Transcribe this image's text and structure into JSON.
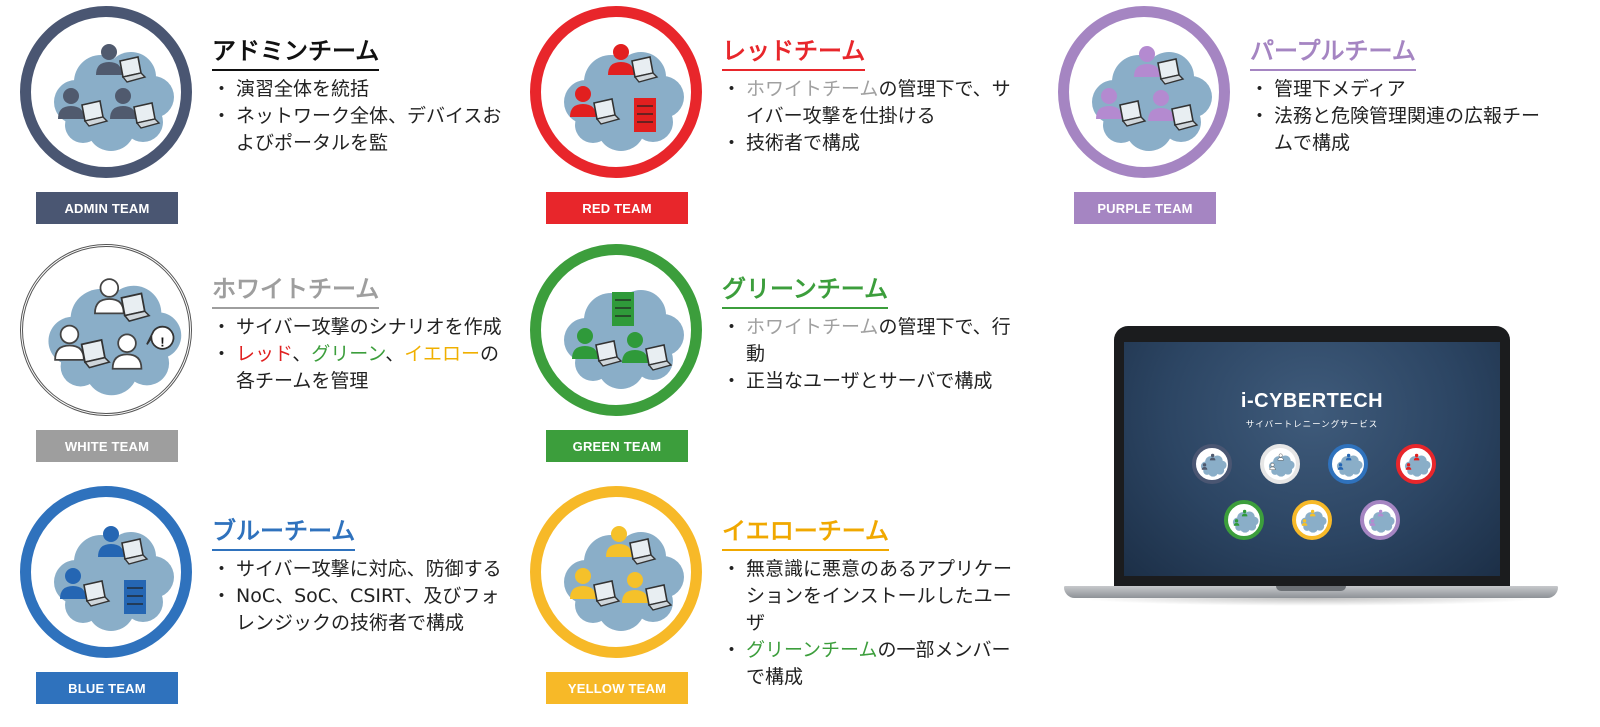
{
  "colors": {
    "admin": "#4a5672",
    "red": "#e8262b",
    "purple": "#a585c2",
    "white": "#9e9e9e",
    "green": "#3c9e3c",
    "blue": "#2f72bd",
    "yellow": "#f7b928",
    "cloud": "#8aaec8"
  },
  "teams": {
    "admin": {
      "title": "アドミンチーム",
      "badge": "ADMIN TEAM",
      "points": [
        "演習全体を統括",
        "ネットワーク全体、デバイスおよびポータルを監"
      ]
    },
    "red": {
      "title": "レッドチーム",
      "badge": "RED TEAM",
      "p1_ref": "ホワイトチーム",
      "p1_rest": "の管理下で、サイバー攻撃を仕掛ける",
      "p2": "技術者で構成"
    },
    "purple": {
      "title": "パープルチーム",
      "badge": "PURPLE TEAM",
      "points": [
        "管理下メディア",
        "法務と危険管理関連の広報チームで構成"
      ]
    },
    "white": {
      "title": "ホワイトチーム",
      "badge": "WHITE TEAM",
      "p1": "サイバー攻撃のシナリオを作成",
      "p2_red": "レッド",
      "p2_sep1": "、",
      "p2_green": "グリーン",
      "p2_sep2": "、",
      "p2_yellow": "イエロー",
      "p2_rest": "の各チームを管理"
    },
    "green": {
      "title": "グリーンチーム",
      "badge": "GREEN TEAM",
      "p1_ref": "ホワイトチーム",
      "p1_rest": "の管理下で、行動",
      "p2": "正当なユーザとサーバで構成"
    },
    "blue": {
      "title": "ブルーチーム",
      "badge": "BLUE TEAM",
      "points": [
        "サイバー攻撃に対応、防御する",
        "NoC、SoC、CSIRT、及びフォレンジックの技術者で構成"
      ]
    },
    "yellow": {
      "title": "イエローチーム",
      "badge": "YELLOW TEAM",
      "p1": "無意識に悪意のあるアプリケーションをインストールしたユーザ",
      "p2_ref": "グリーンチーム",
      "p2_rest": "の一部メンバーで構成"
    }
  },
  "laptop": {
    "brand": "i-CYBERTECH",
    "tagline": "サイバートレニーングサービス"
  }
}
